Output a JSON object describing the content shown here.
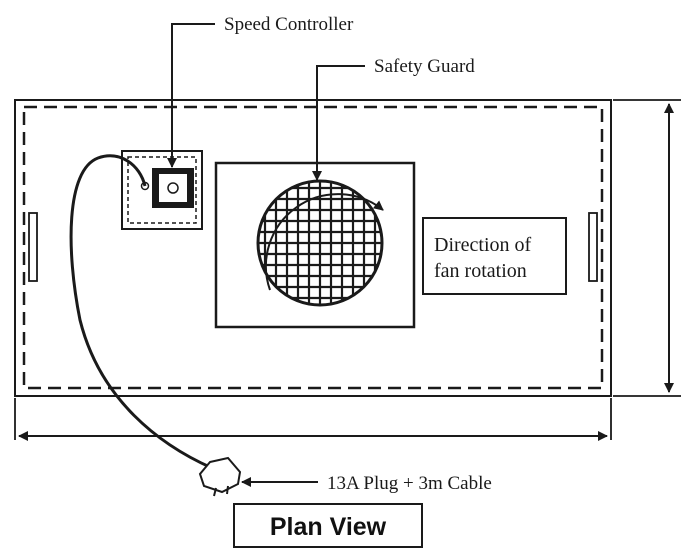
{
  "labels": {
    "speed_controller": "Speed Controller",
    "safety_guard": "Safety Guard",
    "direction_line1": "Direction of",
    "direction_line2": "fan rotation",
    "plug_cable": "13A Plug + 3m Cable"
  },
  "title": "Plan View",
  "colors": {
    "line": "#1a1a1a",
    "background": "#ffffff"
  }
}
